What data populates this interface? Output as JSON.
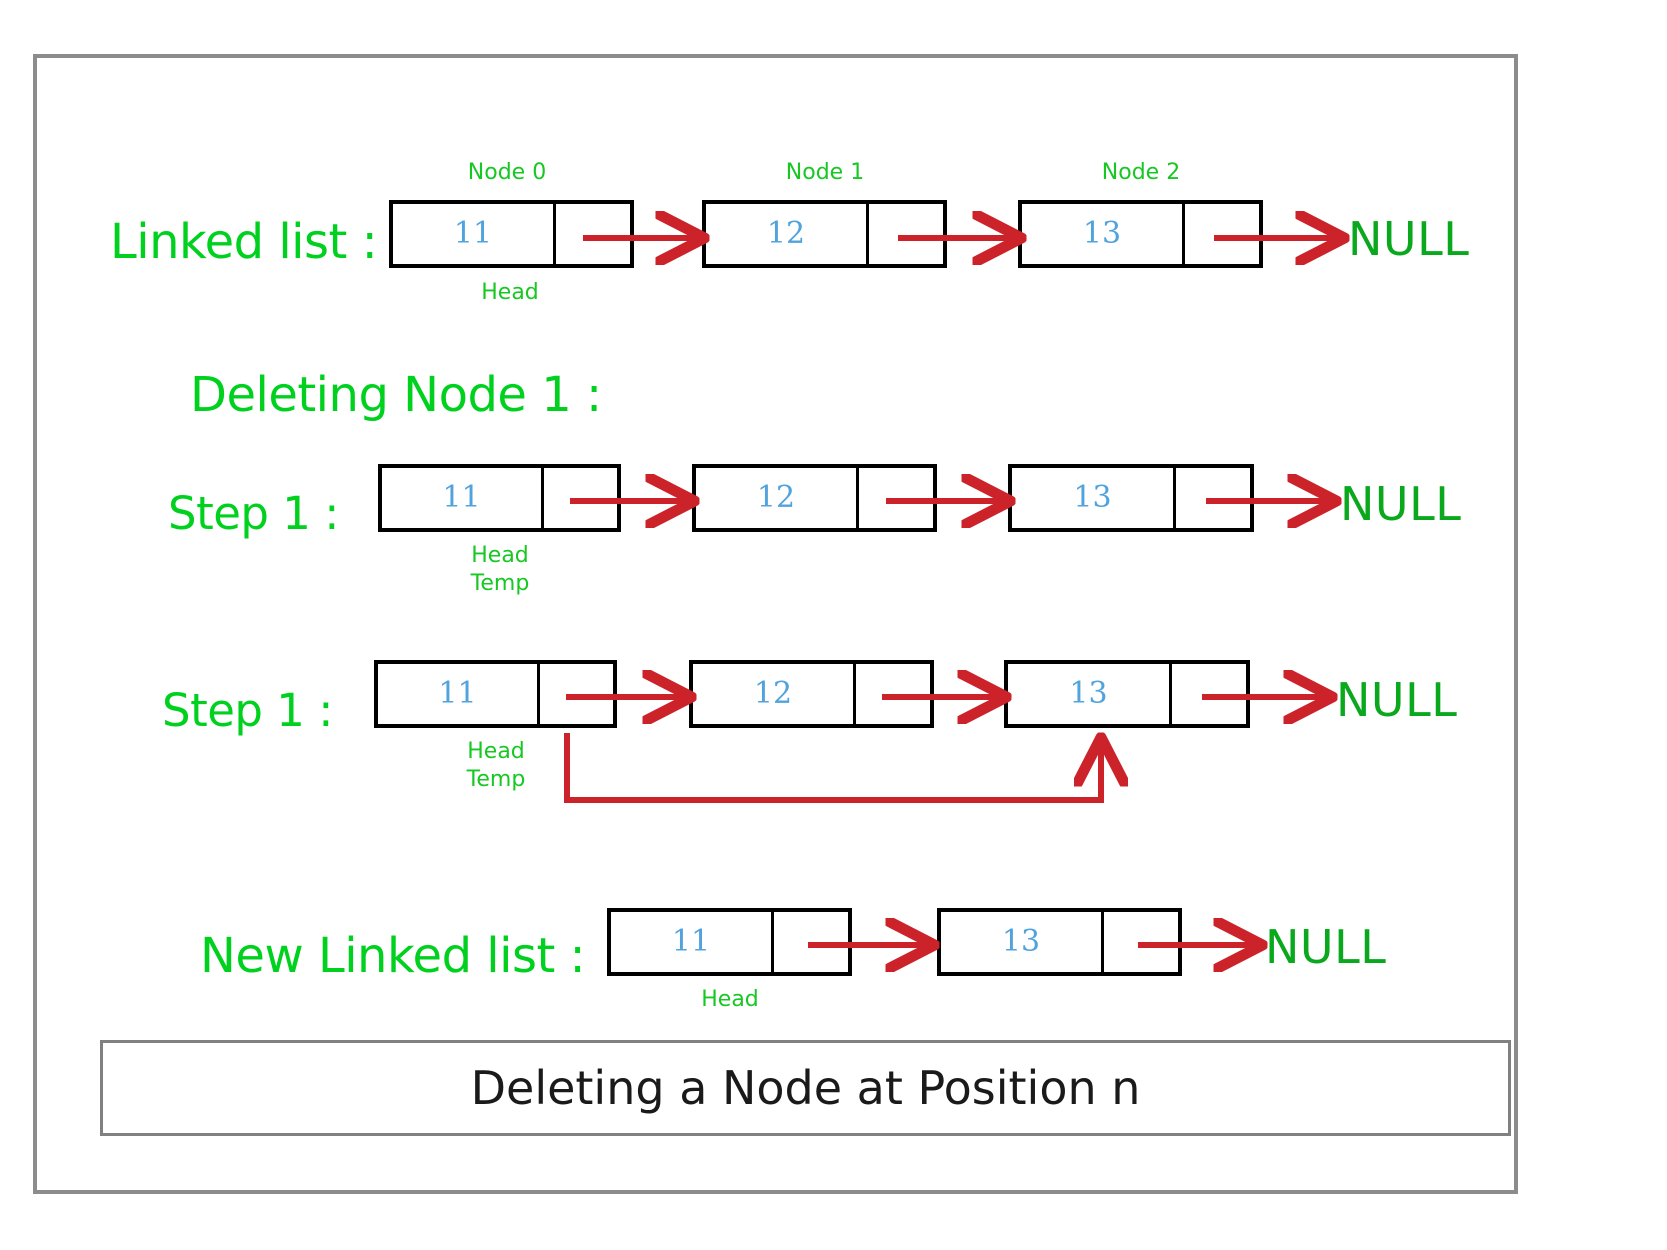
{
  "diagram": {
    "caption": "Deleting a Node at Position n",
    "colors": {
      "label_green": "#00d11e",
      "caption_green": "#17c823",
      "null_green": "#0aa81c",
      "value_blue": "#51a3dd",
      "arrow_red": "#cc2229",
      "node_border": "#000000",
      "frame_gray": "#8c8c8c"
    },
    "null_label": "NULL",
    "rows": [
      {
        "id": "linked-list",
        "label": "Linked list :",
        "node_captions": [
          "Node 0",
          "Node 1",
          "Node 2"
        ],
        "values": [
          "11",
          "12",
          "13"
        ],
        "pointer_labels": [
          "Head"
        ],
        "terminator": "NULL"
      },
      {
        "id": "deleting-heading",
        "label": "Deleting Node 1 :"
      },
      {
        "id": "step-1-a",
        "label": "Step 1 :",
        "values": [
          "11",
          "12",
          "13"
        ],
        "pointer_labels": [
          "Head",
          "Temp"
        ],
        "terminator": "NULL"
      },
      {
        "id": "step-1-b",
        "label": "Step 1 :",
        "values": [
          "11",
          "12",
          "13"
        ],
        "pointer_labels": [
          "Head",
          "Temp"
        ],
        "terminator": "NULL",
        "bypass_link": true
      },
      {
        "id": "new-linked-list",
        "label": "New Linked list :",
        "values": [
          "11",
          "13"
        ],
        "pointer_labels": [
          "Head"
        ],
        "terminator": "NULL"
      }
    ]
  }
}
